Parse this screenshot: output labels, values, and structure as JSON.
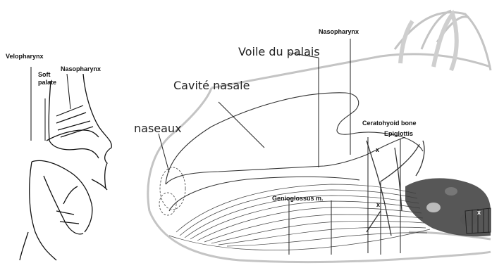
{
  "left_diagram": {
    "labels": {
      "velopharynx": "Velopharynx",
      "soft_palate_line1": "Soft",
      "soft_palate_line2": "palate",
      "nasopharynx": "Nasopharynx"
    }
  },
  "right_diagram": {
    "labels": {
      "voile_du_palais": "Voile du palais",
      "cavite_nasale": "Cavité nasale",
      "naseaux": "naseaux",
      "nasopharynx": "Nasopharynx",
      "ceratohyoid_bone": "Ceratohyoid bone",
      "epiglottis": "Epiglottis",
      "genioglossus": "Genioglossus m.",
      "x_mark_1": "x",
      "x_mark_2": "x",
      "x_mark_3": "x"
    }
  },
  "colors": {
    "ink": "#111111",
    "faint_outline": "#bdbdbd",
    "background": "#ffffff"
  }
}
